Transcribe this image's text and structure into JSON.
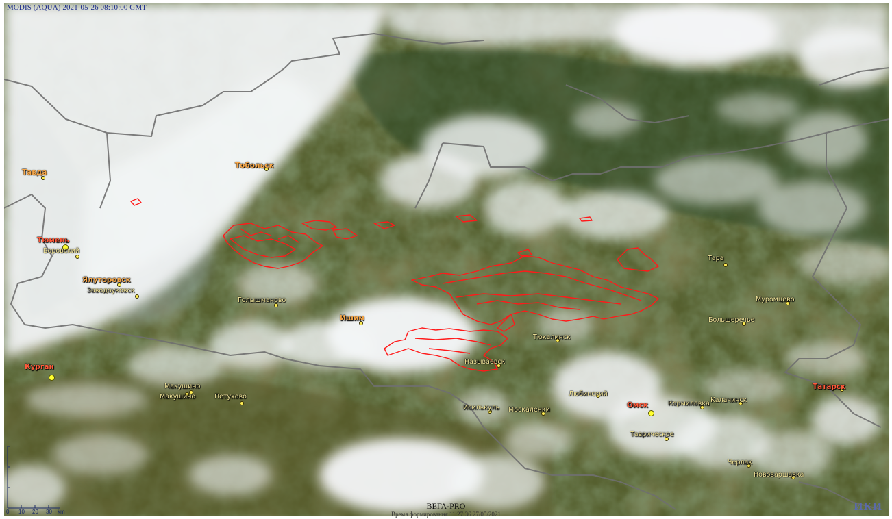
{
  "header": {
    "caption": "MODIS (AQUA) 2021-05-26 08:10:00 GMT"
  },
  "footer": {
    "title": "ВЕГА-PRO",
    "subtitle": "Время формирования 11:27:36 27/05/2021",
    "logo": "ИКИ"
  },
  "scale": {
    "ticks": [
      "0",
      "10",
      "20",
      "30",
      "km"
    ]
  },
  "colors": {
    "fire_outline": "#ff1a1a",
    "boundary": "#7a7a7a",
    "city_label": "#f2e59a",
    "city_major": "#f4a64a",
    "city_dot": "#ffee55",
    "header_text": "#1a2a88"
  },
  "cities": [
    {
      "name": "Тавда",
      "tier": "major"
    },
    {
      "name": "Тобольск",
      "tier": "major"
    },
    {
      "name": "Тюмень",
      "tier": "major-red"
    },
    {
      "name": "Боровский",
      "tier": "minor"
    },
    {
      "name": "Ялуторовск",
      "tier": "major"
    },
    {
      "name": "Заводоуковск",
      "tier": "minor"
    },
    {
      "name": "Голышманово",
      "tier": "minor"
    },
    {
      "name": "Ишим",
      "tier": "major"
    },
    {
      "name": "Курган",
      "tier": "major-red"
    },
    {
      "name": "Макушино",
      "tier": "minor"
    },
    {
      "name": "Макушино",
      "tier": "minor"
    },
    {
      "name": "Петухово",
      "tier": "minor"
    },
    {
      "name": "Называевск",
      "tier": "minor"
    },
    {
      "name": "Тюкалинск",
      "tier": "minor"
    },
    {
      "name": "Исилькуль",
      "tier": "minor"
    },
    {
      "name": "Москаленки",
      "tier": "minor"
    },
    {
      "name": "Любинский",
      "tier": "minor"
    },
    {
      "name": "Омск",
      "tier": "major-red"
    },
    {
      "name": "Кормиловка",
      "tier": "minor"
    },
    {
      "name": "Калачинск",
      "tier": "minor"
    },
    {
      "name": "Таврическое",
      "tier": "minor"
    },
    {
      "name": "Тара",
      "tier": "minor"
    },
    {
      "name": "Муромцево",
      "tier": "minor"
    },
    {
      "name": "Большеречье",
      "tier": "minor"
    },
    {
      "name": "Татарск",
      "tier": "major-red"
    },
    {
      "name": "Черлак",
      "tier": "minor"
    },
    {
      "name": "Нововаршавка",
      "tier": "minor"
    }
  ]
}
